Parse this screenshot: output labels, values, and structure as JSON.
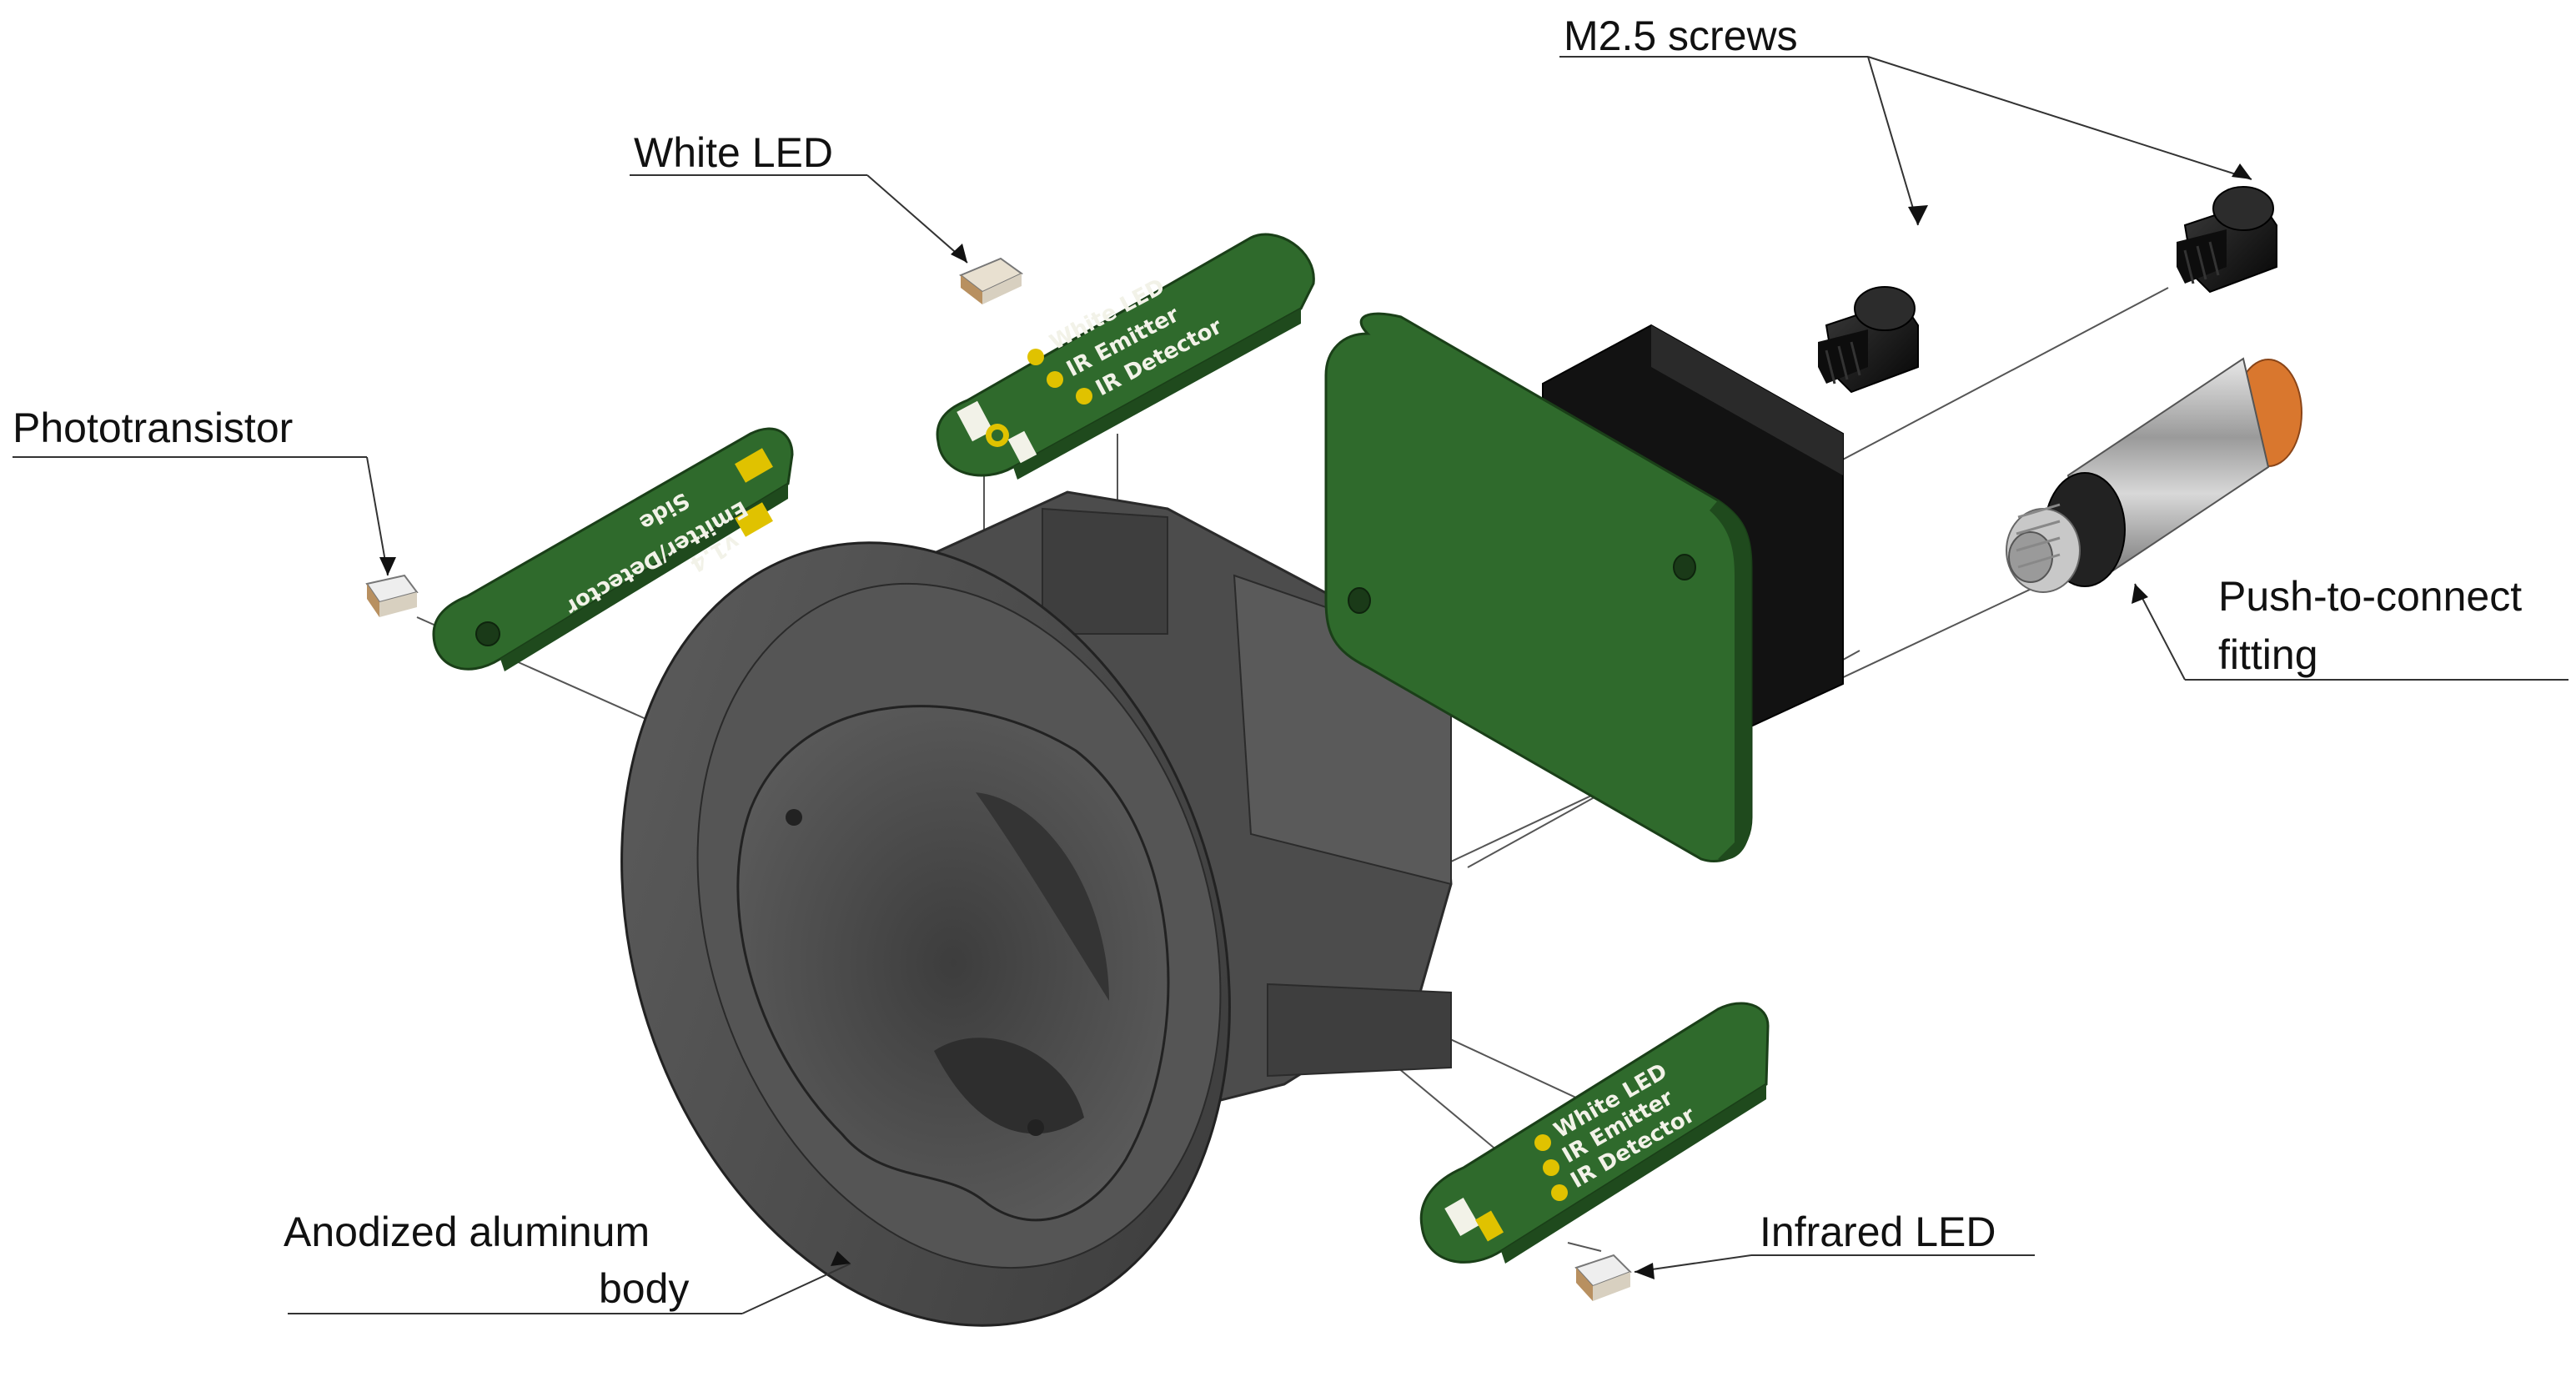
{
  "labels": {
    "m25_screws": "M2.5 screws",
    "white_led": "White LED",
    "phototransistor": "Phototransistor",
    "push_to_connect_line1": "Push-to-connect",
    "push_to_connect_line2": "fitting",
    "anodized_line1": "Anodized aluminum",
    "anodized_line2": "body",
    "infrared_led": "Infrared LED"
  },
  "pcb_text": {
    "top_board_lines": [
      "White LED",
      "IR Emitter",
      "IR Detector"
    ],
    "bottom_board_lines": [
      "White LED",
      "IR Emitter",
      "IR Detector"
    ],
    "side_board_lines": [
      "Side",
      "Emitter/Detector",
      "v1.4"
    ]
  },
  "colors": {
    "pcb_green": "#2f6a2c",
    "pcb_dark": "#1f4a1d",
    "pcb_silk": "#f2f2e8",
    "pad_gold": "#e0c200",
    "body_dark": "#4a4a4a",
    "body_mid": "#5a5a5a",
    "body_light": "#6a6a6a",
    "block_black": "#151515",
    "screw_black": "#0f0f0f",
    "fitting_metal": "#b8b8b8",
    "fitting_orange": "#d9772e",
    "leader_line": "#333333"
  }
}
